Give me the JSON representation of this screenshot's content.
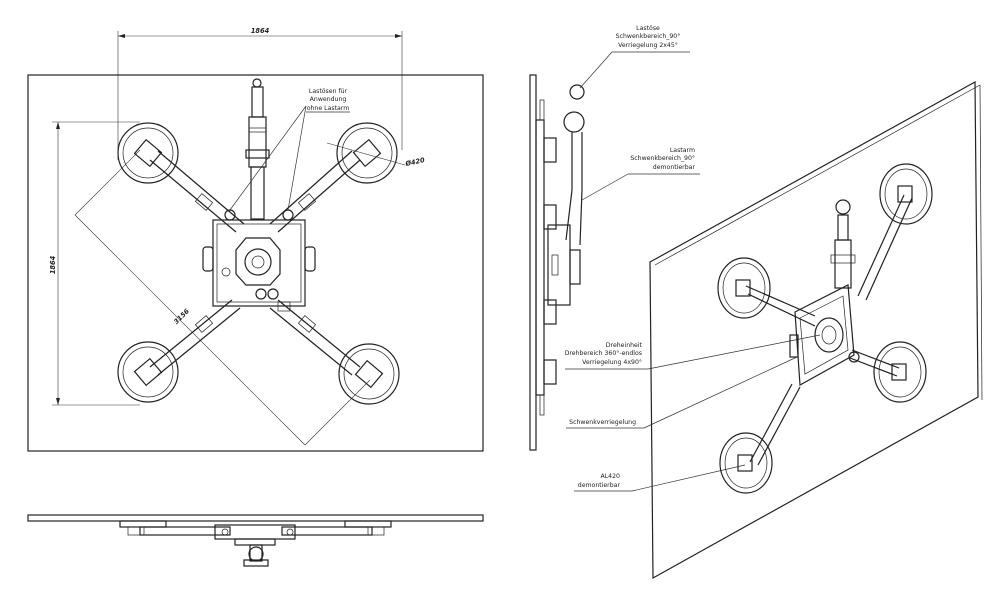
{
  "dimensions": {
    "width_top": "1864",
    "height_left": "1864",
    "diagonal": "3156",
    "pad_diameter": "Ø420"
  },
  "labels": {
    "lastoesen_line1": "Lastösen für",
    "lastoesen_line2": "Anwendung",
    "lastoesen_line3": "ohne Lastarm",
    "lastoese_line1": "Lastöse",
    "lastoese_line2": "Schwenkbereich_90°",
    "lastoese_line3": "Verriegelung 2x45°",
    "lastarm_line1": "Lastarm",
    "lastarm_line2": "Schwenkbereich_90°",
    "lastarm_line3": "demontierbar",
    "dreheinheit_line1": "Dreheinheit",
    "dreheinheit_line2": "Drehbereich 360°-endlos",
    "dreheinheit_line3": "Verriegelung 4x90°",
    "schwenk_line1": "Schwenkverriegelung",
    "al420_line1": "AL420",
    "al420_line2": "demontierbar"
  }
}
